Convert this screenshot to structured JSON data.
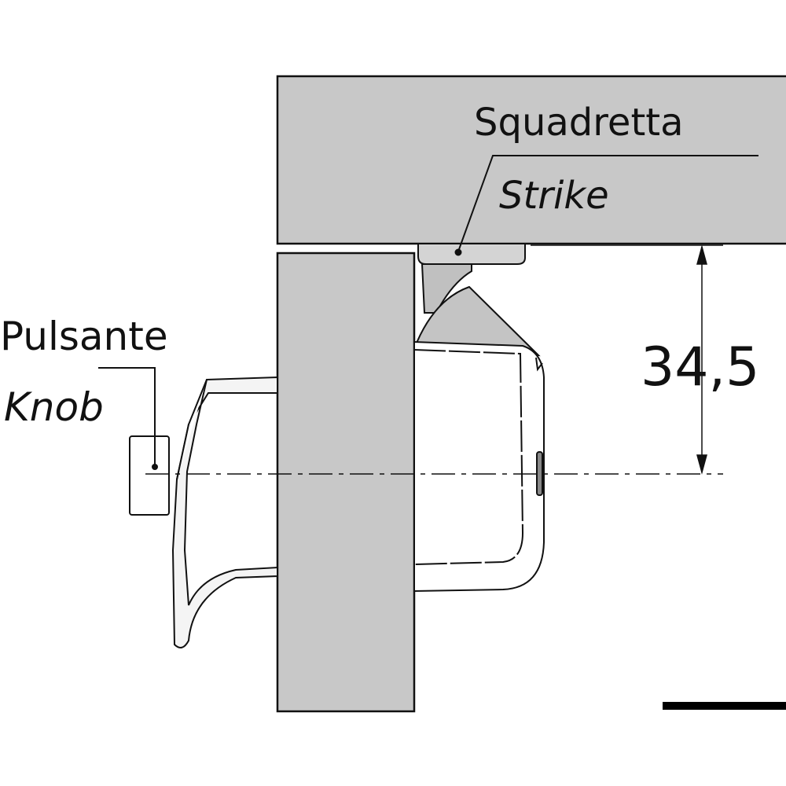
{
  "labels": {
    "strike_it": "Squadretta",
    "strike_en": "Strike",
    "knob_it": "Pulsante",
    "knob_en": "Knob",
    "dimension": "34,5"
  },
  "colors": {
    "panel_fill": "#c8c8c8",
    "line": "#111111",
    "background": "#ffffff"
  }
}
